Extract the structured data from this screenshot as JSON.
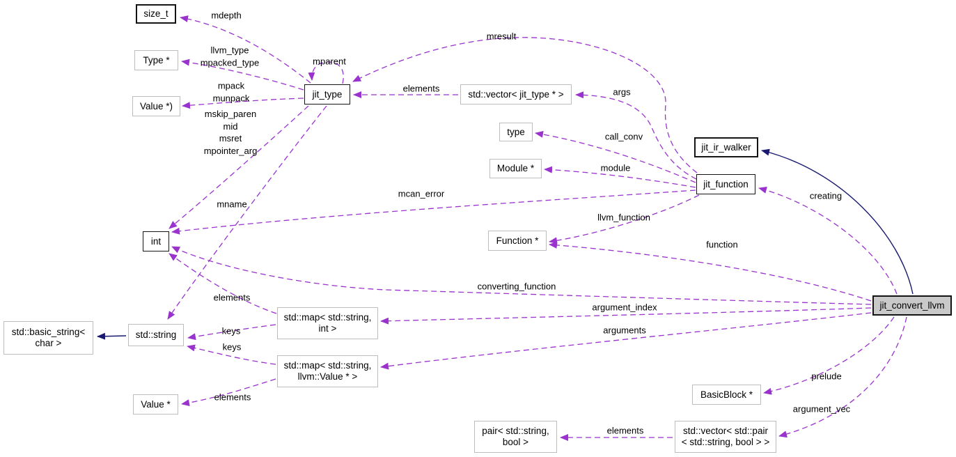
{
  "diagram_type": "collaboration-graph",
  "colors": {
    "edge_dashed": "#9a32cd",
    "edge_solid": "#191970",
    "node_border_black": "#141414",
    "node_border_gray": "#bdbdbd",
    "focus_node_fill": "#c9c9c9",
    "background": "#ffffff"
  },
  "nodes": {
    "size_t": {
      "label": "size_t"
    },
    "type_ptr": {
      "label": "Type *"
    },
    "value_ptr_fn": {
      "label": "Value *)"
    },
    "jit_type": {
      "label": "jit_type"
    },
    "vector_jit_type": {
      "label": "std::vector< jit_type * >"
    },
    "type": {
      "label": "type"
    },
    "module_ptr": {
      "label": "Module *"
    },
    "jit_ir_walker": {
      "label": "jit_ir_walker"
    },
    "jit_function": {
      "label": "jit_function"
    },
    "function_ptr": {
      "label": "Function *"
    },
    "int": {
      "label": "int"
    },
    "basic_string": {
      "label": "std::basic_string<\nchar >"
    },
    "std_string": {
      "label": "std::string"
    },
    "map_string_int": {
      "label": "std::map< std::string,\nint >"
    },
    "map_string_value": {
      "label": "std::map< std::string,\nllvm::Value * >"
    },
    "value_ptr": {
      "label": "Value *"
    },
    "basic_block": {
      "label": "BasicBlock *"
    },
    "pair_string_bool": {
      "label": "pair< std::string,\nbool >"
    },
    "vector_pair": {
      "label": "std::vector< std::pair\n< std::string, bool > >"
    },
    "jit_convert_llvm": {
      "label": "jit_convert_llvm"
    }
  },
  "edge_labels": {
    "mdepth": "mdepth",
    "llvm_type_mpacked_type": "llvm_type\nmpacked_type",
    "mpack_munpack": "mpack\nmunpack",
    "mskip_group": "mskip_paren\nmid\nmsret\nmpointer_arg",
    "mparent": "mparent",
    "elements_vec": "elements",
    "mresult": "mresult",
    "args": "args",
    "call_conv": "call_conv",
    "module": "module",
    "mcan_error": "mcan_error",
    "mname": "mname",
    "llvm_function": "llvm_function",
    "creating": "creating",
    "function": "function",
    "converting_function": "converting_function",
    "argument_index": "argument_index",
    "arguments": "arguments",
    "elements_map_int": "elements",
    "keys_map_int": "keys",
    "keys_map_value": "keys",
    "elements_map_value": "elements",
    "prelude": "prelude",
    "argument_vec": "argument_vec",
    "elements_pair": "elements"
  }
}
